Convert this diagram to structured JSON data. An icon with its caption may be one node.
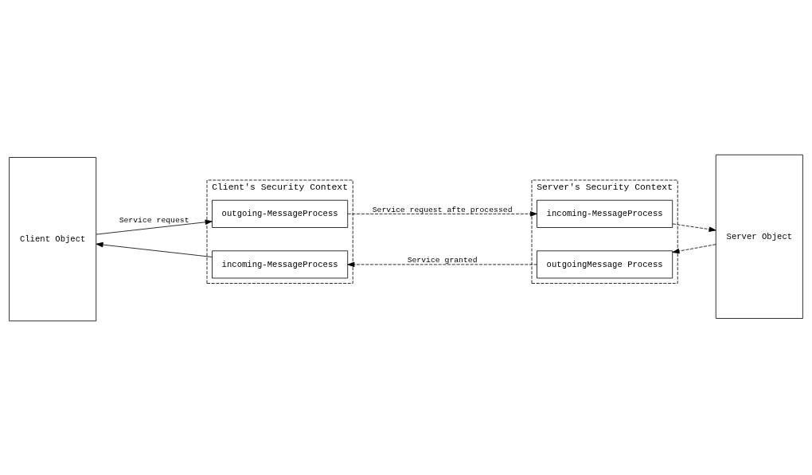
{
  "diagram": {
    "nodes": [
      {
        "text": [
          "Client Object"
        ]
      },
      {
        "text": [
          "Client's Security Context"
        ]
      },
      {
        "text": [
          "outgoing-MessageProcess"
        ],
        "in": 1
      },
      {
        "text": [
          "incoming-MessageProcess"
        ],
        "in": 1
      },
      {
        "text": [
          "Server's Security Context"
        ]
      },
      {
        "text": [
          "incoming-MessageProcess"
        ],
        "in": 4
      },
      {
        "text": [
          "outgoingMessage Process"
        ],
        "in": 4
      },
      {
        "text": [
          "Server Object"
        ]
      }
    ],
    "edges": [
      {
        "from": 0,
        "to": 2,
        "arrow": "to",
        "label": "Service request"
      },
      {
        "from": 2,
        "to": 5,
        "arrow": "to",
        "label": "Service request afte processed",
        "style": "dashed"
      },
      {
        "from": 5,
        "to": 7,
        "arrow": "to",
        "style": "dashed"
      },
      {
        "from": 7,
        "to": 6,
        "arrow": "to",
        "style": "dashed"
      },
      {
        "from": 6,
        "to": 3,
        "arrow": "to",
        "label": "Service granted",
        "style": "dashed"
      },
      {
        "from": 3,
        "to": 0,
        "arrow": "to"
      }
    ]
  }
}
